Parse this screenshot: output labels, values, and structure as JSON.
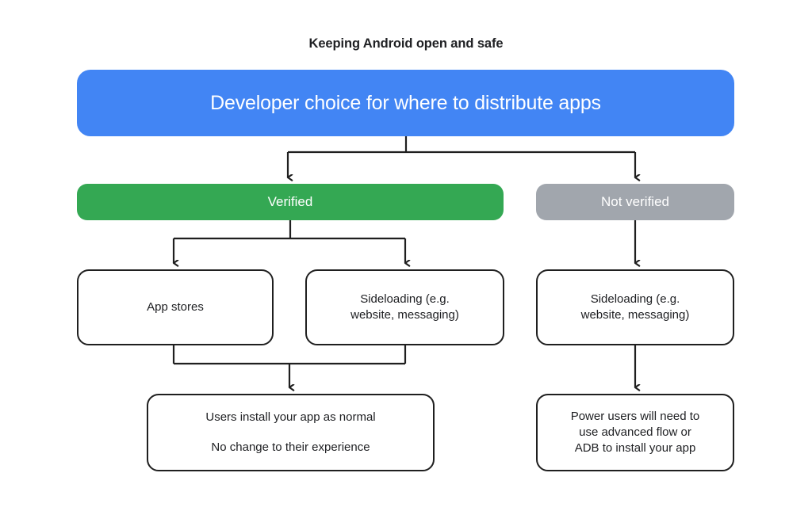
{
  "title": "Keeping Android open and safe",
  "colors": {
    "blue": "#4285F4",
    "green": "#34A853",
    "gray": "#A1A6AD",
    "outline": "#1F1F1F",
    "text_dark": "#202124",
    "text_light": "#FFFFFF",
    "background": "#FFFFFF"
  },
  "nodes": {
    "root": {
      "label": "Developer choice for where to distribute apps",
      "style": "blue-filled"
    },
    "verified": {
      "label": "Verified",
      "style": "green-filled"
    },
    "not_verified": {
      "label": "Not verified",
      "style": "gray-filled"
    },
    "app_stores": {
      "label": "App stores",
      "style": "outline"
    },
    "sideloading_verified": {
      "line1": "Sideloading (e.g.",
      "line2": "website, messaging)",
      "style": "outline"
    },
    "sideloading_unverified": {
      "line1": "Sideloading (e.g.",
      "line2": "website, messaging)",
      "style": "outline"
    },
    "outcome_verified": {
      "line1": "Users install your app as normal",
      "line2": "No change to their experience",
      "style": "outline"
    },
    "outcome_unverified": {
      "line1": "Power users will need to",
      "line2": "use advanced flow or",
      "line3": "ADB to install your app",
      "style": "outline"
    }
  },
  "connectors": [
    {
      "name": "root-to-verified",
      "from": "root",
      "to": "verified",
      "type": "split-arrow"
    },
    {
      "name": "root-to-not-verified",
      "from": "root",
      "to": "not_verified",
      "type": "split-arrow"
    },
    {
      "name": "verified-to-app-stores",
      "from": "verified",
      "to": "app_stores",
      "type": "split-arrow"
    },
    {
      "name": "verified-to-sideloading",
      "from": "verified",
      "to": "sideloading_verified",
      "type": "split-arrow"
    },
    {
      "name": "not-verified-to-sideloading",
      "from": "not_verified",
      "to": "sideloading_unverified",
      "type": "straight-arrow"
    },
    {
      "name": "merge-to-outcome-verified",
      "from": "app_stores,sideloading_verified",
      "to": "outcome_verified",
      "type": "merge-arrow"
    },
    {
      "name": "sideloading-to-outcome-unverified",
      "from": "sideloading_unverified",
      "to": "outcome_unverified",
      "type": "straight-arrow"
    }
  ]
}
